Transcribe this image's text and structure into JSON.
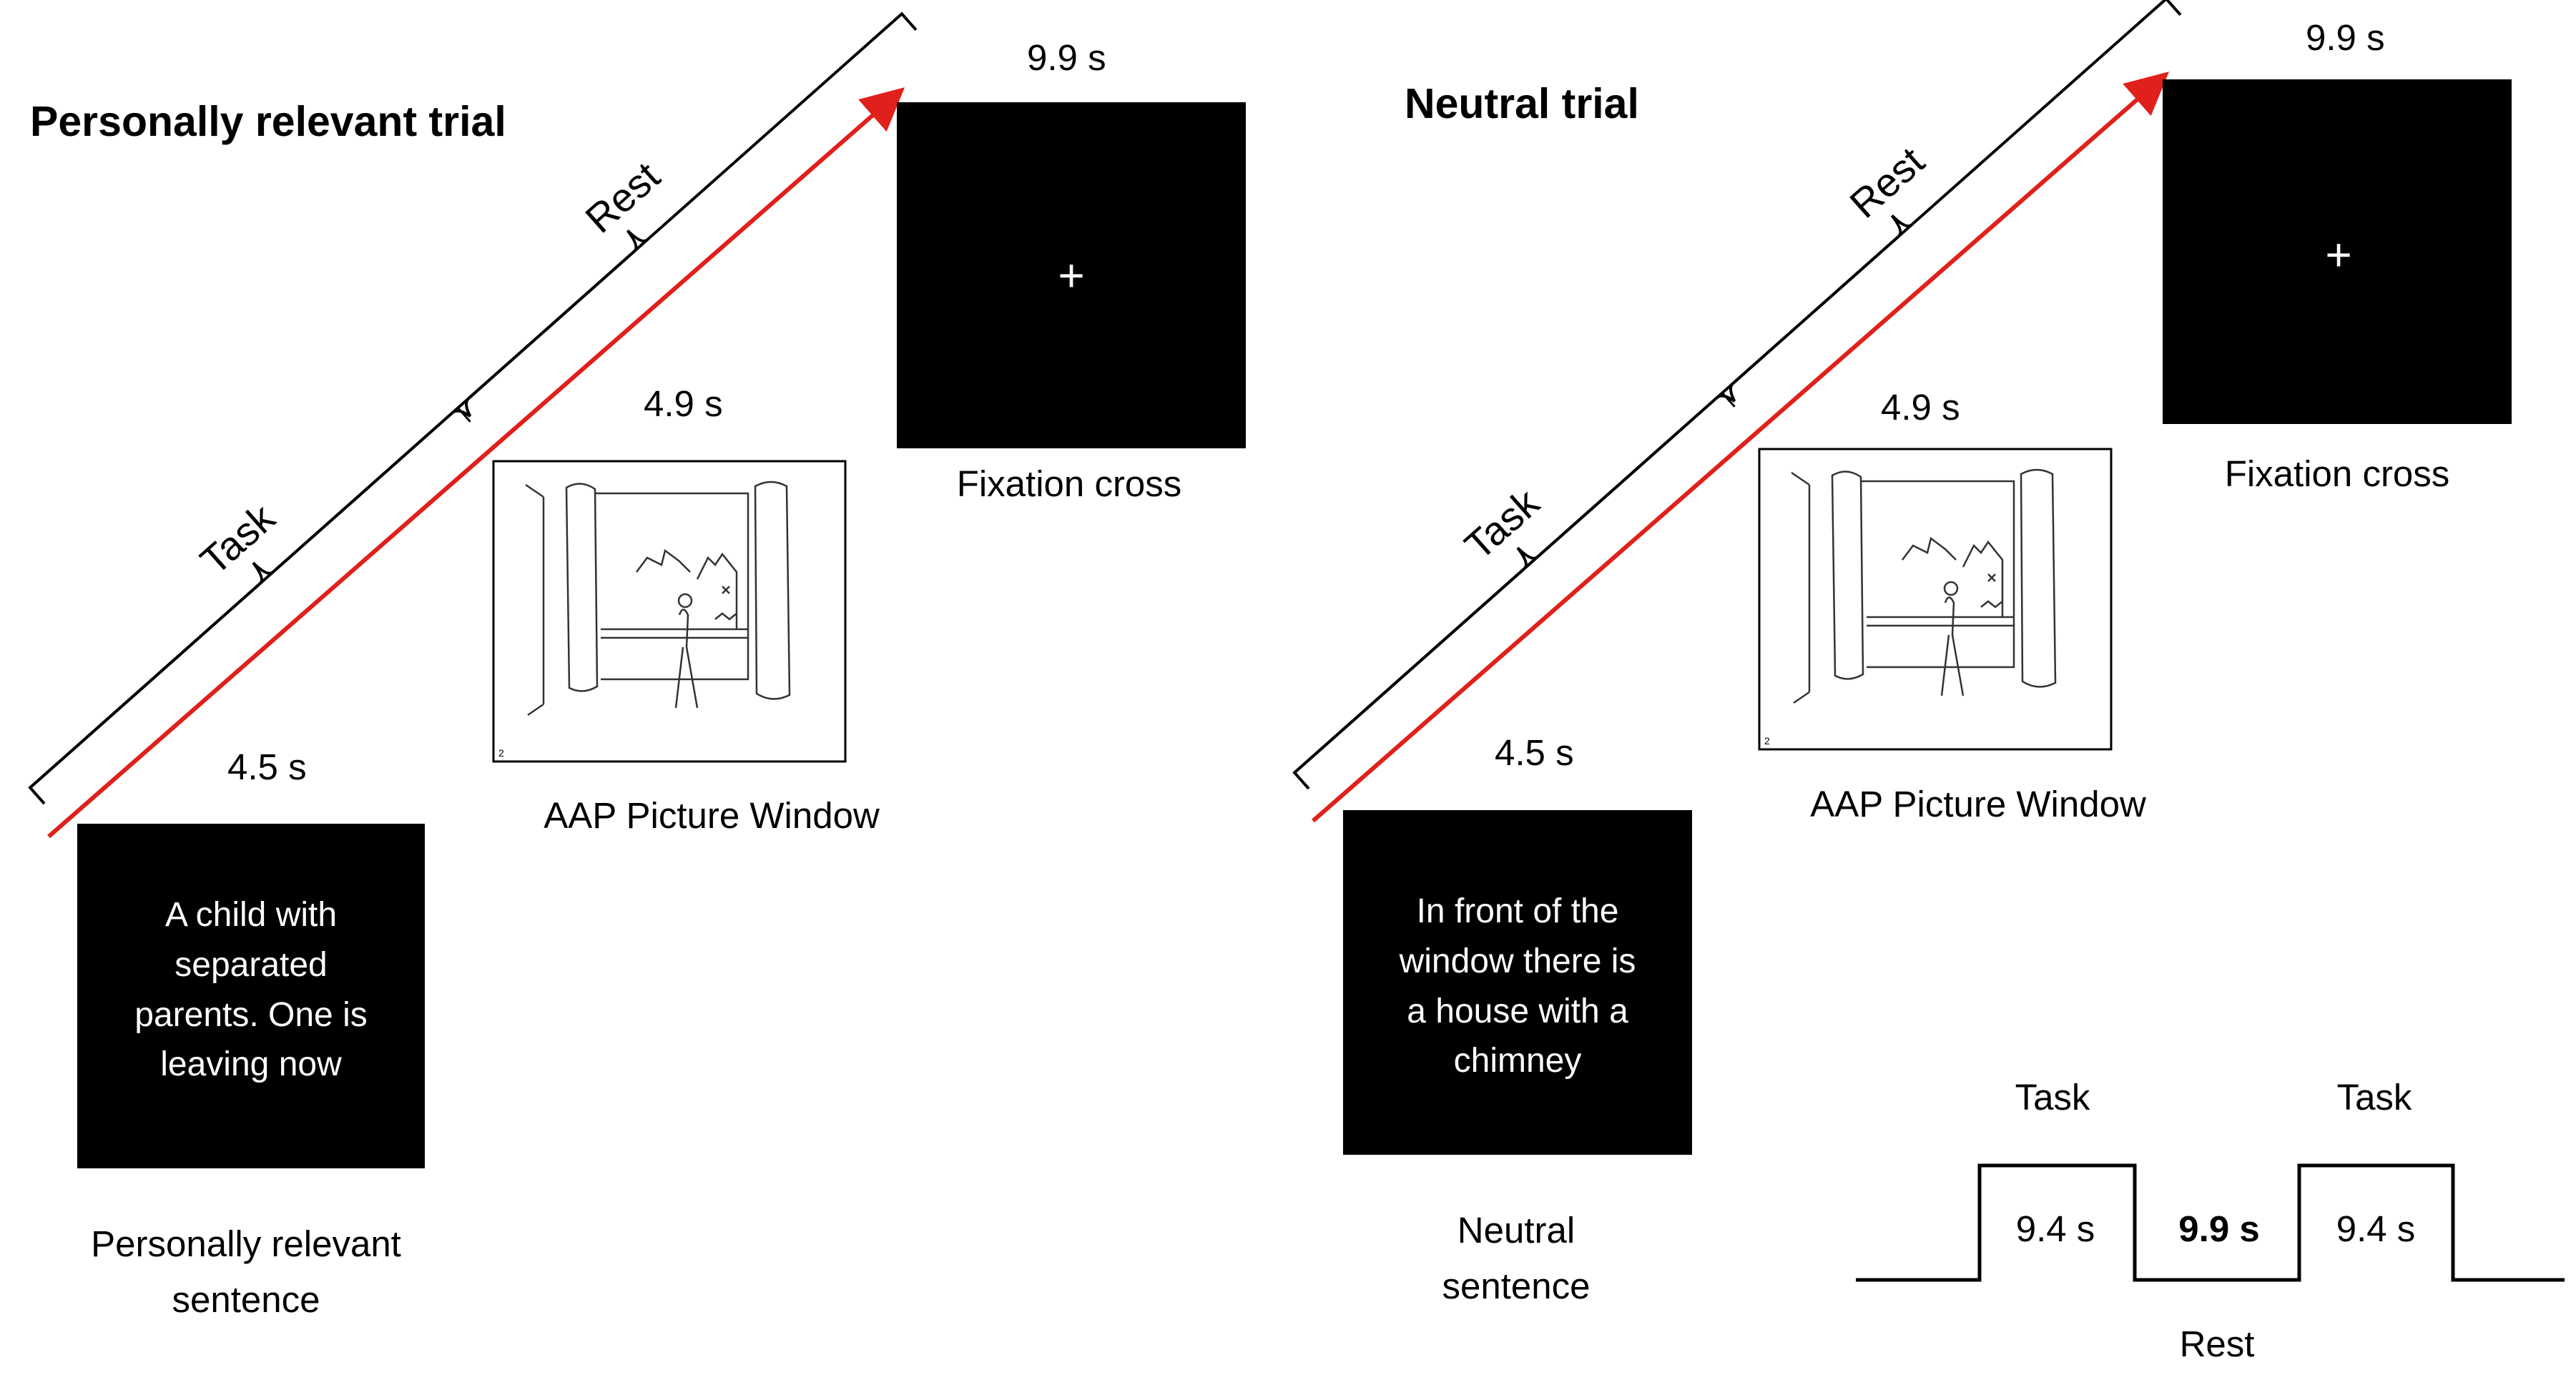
{
  "left_panel": {
    "title": "Personally relevant trial",
    "bracket_task": "Task",
    "bracket_rest": "Rest",
    "duration_sentence": "4.5 s",
    "duration_picture": "4.9 s",
    "duration_fixation": "9.9 s",
    "sentence_lines": [
      "A child with",
      "separated",
      "parents. One is",
      "leaving now"
    ],
    "sentence_caption_lines": [
      "Personally relevant",
      "sentence"
    ],
    "picture_caption": "AAP Picture Window",
    "picture_number": "2",
    "fixation_symbol": "+",
    "fixation_caption": "Fixation cross"
  },
  "right_panel": {
    "title": "Neutral trial",
    "bracket_task": "Task",
    "bracket_rest": "Rest",
    "duration_sentence": "4.5 s",
    "duration_picture": "4.9 s",
    "duration_fixation": "9.9 s",
    "sentence_lines": [
      "In front of the",
      "window there is",
      "a house with a",
      "chimney"
    ],
    "sentence_caption_lines": [
      "Neutral",
      "sentence"
    ],
    "picture_caption": "AAP Picture Window",
    "picture_number": "2",
    "fixation_symbol": "+",
    "fixation_caption": "Fixation cross"
  },
  "block_design": {
    "task_label_1": "Task",
    "task_label_2": "Task",
    "task_duration_1": "9.4 s",
    "rest_duration": "9.9 s",
    "task_duration_2": "9.4 s",
    "rest_label": "Rest"
  },
  "colors": {
    "timeline_arrow": "#e0201b",
    "stimulus_screen": "#000000",
    "stimulus_text": "#ffffff"
  }
}
